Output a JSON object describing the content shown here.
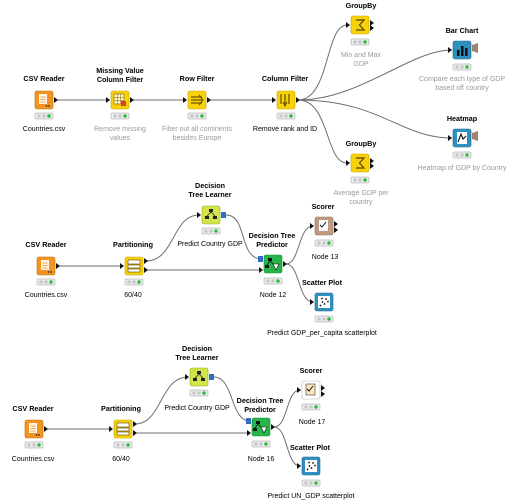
{
  "colors": {
    "source": "#f39422",
    "manipulator": "#f7d20b",
    "learner": "#d2e44a",
    "predictor": "#27b44b",
    "visualizer": "#2f8fbf",
    "other": "#c09b84",
    "status_green": "#2ebd3a",
    "label_grey": "#9a9a9a"
  },
  "workflow1": {
    "csv_reader": {
      "title": "CSV Reader",
      "label": "Countries.csv",
      "icon": "csv-reader-icon"
    },
    "missing_value": {
      "title_line1": "Missing Value",
      "title_line2": "Column Filter",
      "label_line1": "Remove missing",
      "label_line2": "values",
      "icon": "missing-value-filter-icon"
    },
    "row_filter": {
      "title": "Row Filter",
      "label_line1": "Filter out all continents",
      "label_line2": "besides  Europe",
      "icon": "row-filter-icon"
    },
    "column_filter": {
      "title": "Column Filter",
      "label": "Remove rank and ID",
      "icon": "column-filter-icon"
    },
    "groupby_top": {
      "title": "GroupBy",
      "label_line1": "Min and Max",
      "label_line2": "GDP",
      "icon": "groupby-icon"
    },
    "bar_chart": {
      "title": "Bar Chart",
      "label_line1": "Compare each type of GDP",
      "label_line2": "based off country",
      "icon": "bar-chart-icon"
    },
    "heatmap": {
      "title": "Heatmap",
      "label": "Heatmap of GDP by Country",
      "icon": "heatmap-icon"
    },
    "groupby_bottom": {
      "title": "GroupBy",
      "label_line1": "Average GDP per",
      "label_line2": "country",
      "icon": "groupby-icon"
    }
  },
  "workflow2": {
    "csv_reader": {
      "title": "CSV Reader",
      "label": "Countries.csv",
      "icon": "csv-reader-icon"
    },
    "partitioning": {
      "title": "Partitioning",
      "label": "60/40",
      "icon": "partitioning-icon"
    },
    "learner": {
      "title_line1": "Decision",
      "title_line2": "Tree Learner",
      "label": "Predict Country GDP",
      "icon": "decision-tree-learner-icon"
    },
    "predictor": {
      "title_line1": "Decision Tree",
      "title_line2": "Predictor",
      "label": "Node 12",
      "icon": "decision-tree-predictor-icon"
    },
    "scorer": {
      "title": "Scorer",
      "label": "Node 13",
      "icon": "scorer-icon"
    },
    "scatter": {
      "title": "Scatter Plot",
      "label": "Predict GDP_per_capita scatterplot",
      "icon": "scatter-plot-icon"
    }
  },
  "workflow3": {
    "csv_reader": {
      "title": "CSV Reader",
      "label": "Countries.csv",
      "icon": "csv-reader-icon"
    },
    "partitioning": {
      "title": "Partitioning",
      "label": "60/40",
      "icon": "partitioning-icon"
    },
    "learner": {
      "title_line1": "Decision",
      "title_line2": "Tree Learner",
      "label": "Predict Country GDP",
      "icon": "decision-tree-learner-icon"
    },
    "predictor": {
      "title_line1": "Decision Tree",
      "title_line2": "Predictor",
      "label": "Node 16",
      "icon": "decision-tree-predictor-icon"
    },
    "scorer": {
      "title": "Scorer",
      "label": "Node 17",
      "icon": "scorer-icon"
    },
    "scatter": {
      "title": "Scatter Plot",
      "label": "Predict UN_GDP scatterplot",
      "icon": "scatter-plot-icon"
    }
  }
}
